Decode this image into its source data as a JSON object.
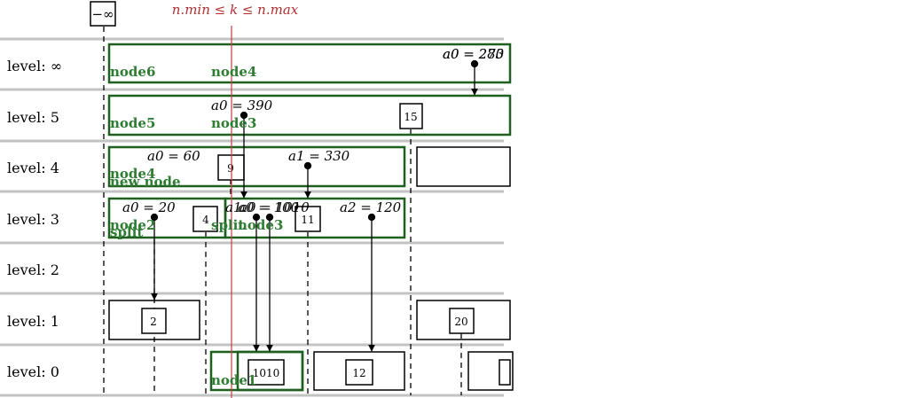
{
  "colors": {
    "band": "#c3c3c3",
    "green_box": "#1f5f1f",
    "green_text": "#2e7d32",
    "red_line": "#c04040",
    "red_text": "#b03030"
  },
  "minus_inf_label": "−∞",
  "range_annotation": "n.min ≤ k ≤ n.max",
  "levels": [
    {
      "name": "level-inf",
      "label": "level: ∞"
    },
    {
      "name": "level-5",
      "label": "level: 5"
    },
    {
      "name": "level-4",
      "label": "level: 4"
    },
    {
      "name": "level-3",
      "label": "level: 3"
    },
    {
      "name": "level-2",
      "label": "level: 2"
    },
    {
      "name": "level-1",
      "label": "level: 1"
    },
    {
      "name": "level-0",
      "label": "level: 0"
    }
  ],
  "keys": [
    "15",
    "9",
    "4",
    "11",
    "2",
    "20",
    "1010",
    "12"
  ],
  "node_labels": [
    "node6",
    "node4",
    "node5",
    "node3",
    "node4",
    "new node",
    "node2",
    "node3",
    "split",
    "split",
    "node1"
  ],
  "pointer_labels": [
    "a0 = 273",
    "a0 = 280",
    "a0 = 390",
    "a0 = 60",
    "a1 = 330",
    "a0 = 20",
    "a1",
    "a0 = 100",
    "a0 = 1010",
    "a2 = 120"
  ]
}
